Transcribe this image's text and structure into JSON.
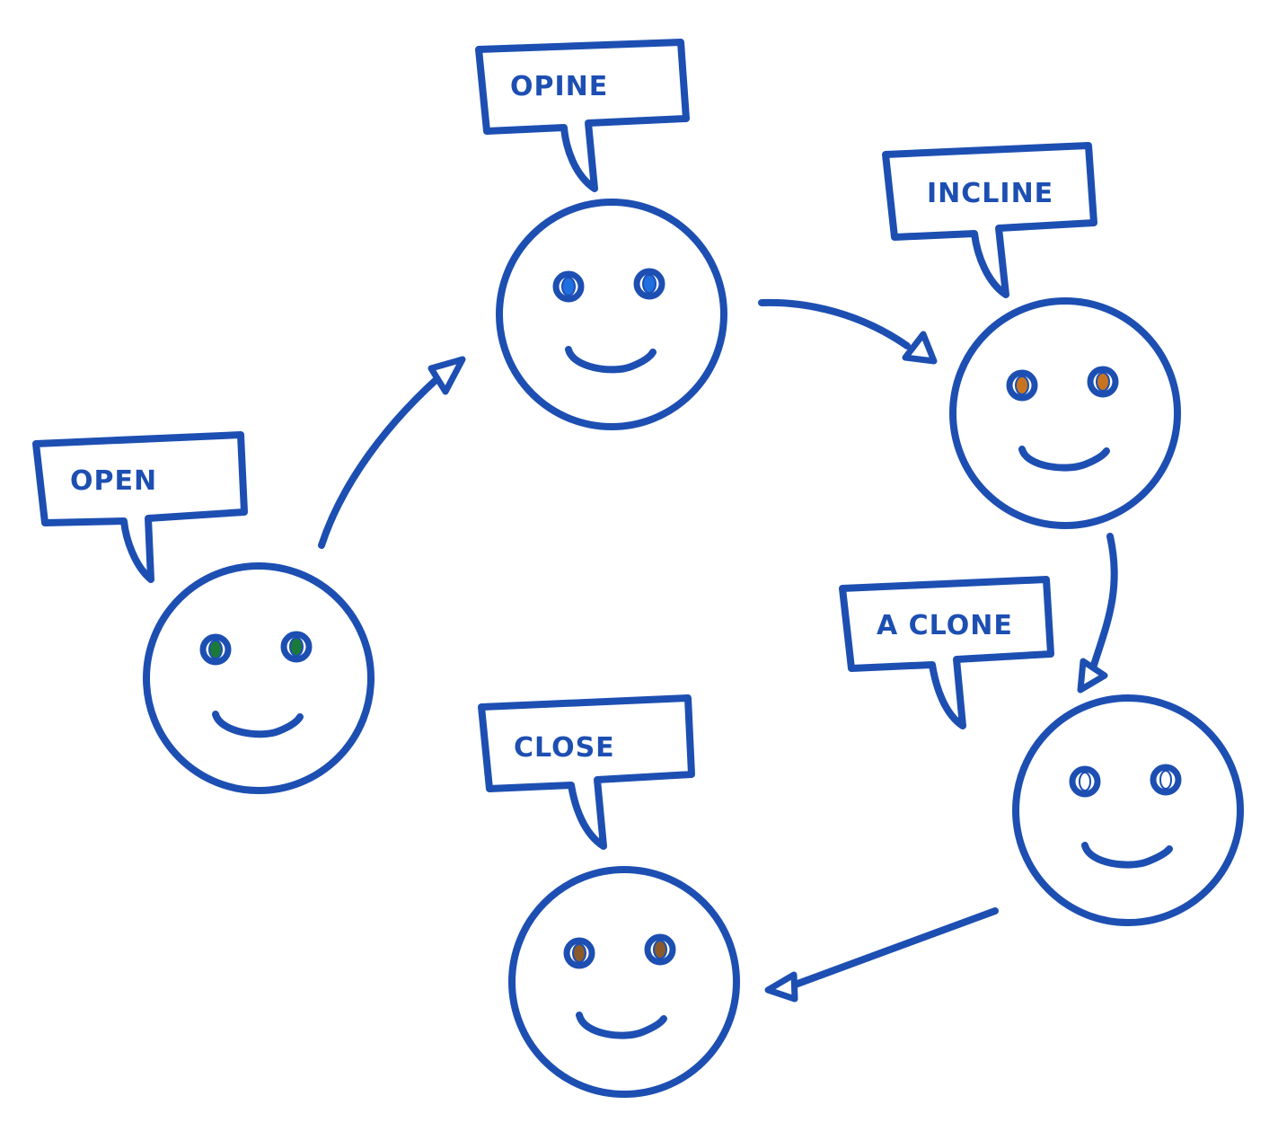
{
  "colors": {
    "ink": "#1d4fb2",
    "background": "#ffffff"
  },
  "people": [
    {
      "id": "open",
      "speech": "OPEN",
      "eye_color": "#1b7a3a"
    },
    {
      "id": "opine",
      "speech": "OPINE",
      "eye_color": "#1f6fe0"
    },
    {
      "id": "incline",
      "speech": "INCLINE",
      "eye_color": "#c8741f"
    },
    {
      "id": "a-clone",
      "speech": "A CLONE",
      "eye_color": "#ffffff"
    },
    {
      "id": "close",
      "speech": "CLOSE",
      "eye_color": "#8a5a2b"
    }
  ],
  "connections": [
    {
      "from": "open",
      "to": "opine"
    },
    {
      "from": "opine",
      "to": "incline"
    },
    {
      "from": "incline",
      "to": "a-clone"
    },
    {
      "from": "a-clone",
      "to": "close"
    }
  ]
}
